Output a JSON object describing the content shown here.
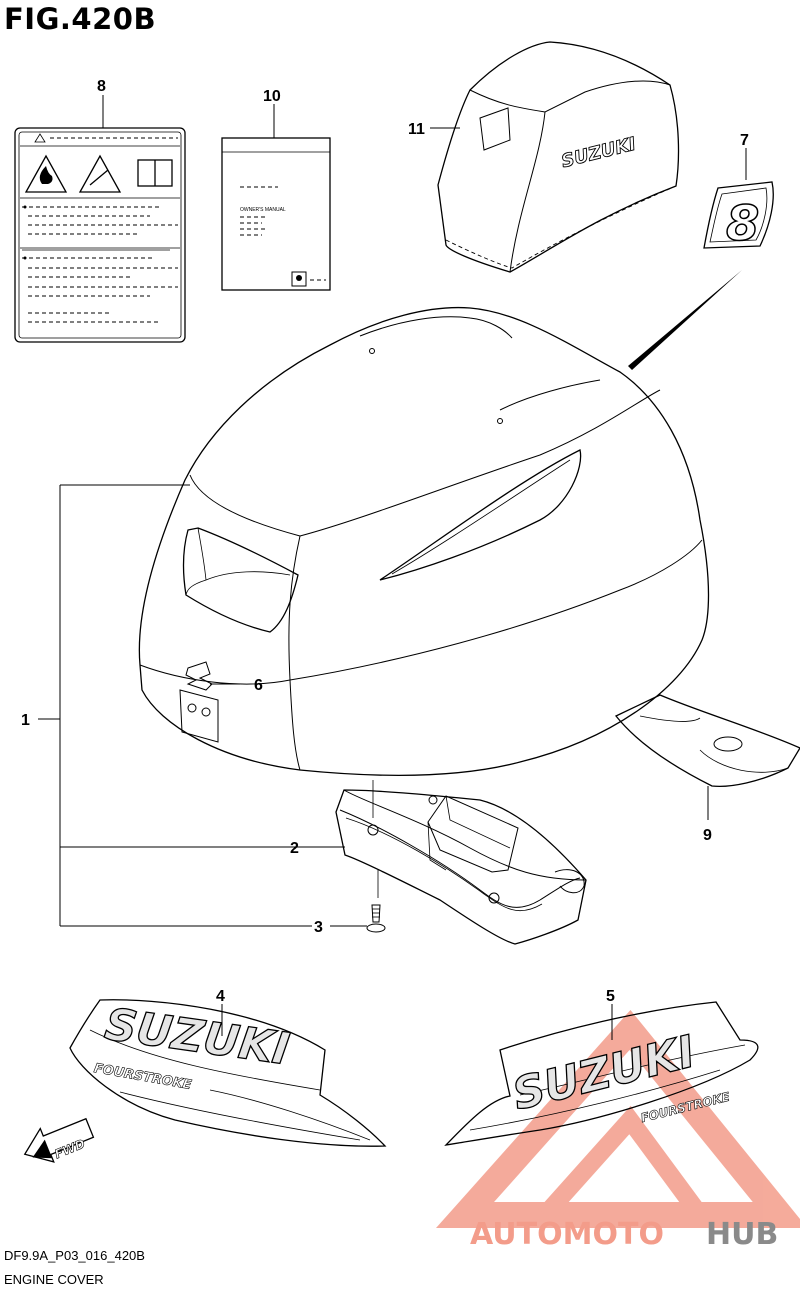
{
  "figure": {
    "title": "FIG.420B",
    "drawing_code": "DF9.9A_P03_016_420B",
    "caption": "ENGINE COVER"
  },
  "callouts": [
    "1",
    "2",
    "3",
    "4",
    "5",
    "6",
    "7",
    "8",
    "9",
    "10",
    "11"
  ],
  "decals": {
    "brand": "SUZUKI",
    "engine_type": "FOURSTROKE",
    "direction": "FWD",
    "model_number": "8"
  },
  "manual": {
    "cover_text": "OWNER'S MANUAL"
  },
  "watermark": {
    "part1": "AUTOMOTO",
    "part2": "HUB",
    "color_primary": "#f39c8a",
    "color_secondary": "#8a8a8a"
  },
  "colors": {
    "line": "#000000",
    "background": "#ffffff",
    "decal_fill": "#d9d9d9"
  }
}
